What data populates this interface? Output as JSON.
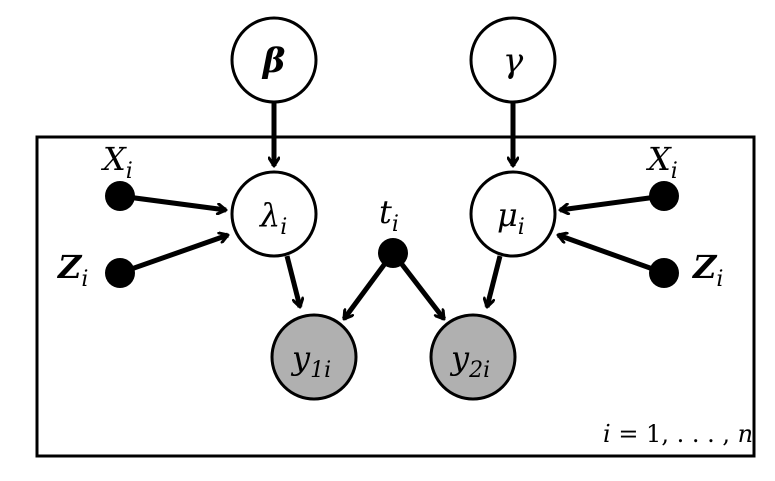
{
  "nodes": {
    "beta": {
      "symbol": "β"
    },
    "gamma": {
      "symbol": "γ"
    },
    "lambda": {
      "symbol": "λ",
      "sub": "i"
    },
    "mu": {
      "symbol": "μ",
      "sub": "i"
    },
    "t": {
      "symbol": "t",
      "sub": "i"
    },
    "y1": {
      "symbol": "y",
      "sub": "1i",
      "observed": true
    },
    "y2": {
      "symbol": "y",
      "sub": "2i",
      "observed": true
    },
    "x_left": {
      "symbol": "X",
      "sub": "i"
    },
    "z_left": {
      "symbol": "Z",
      "sub": "i"
    },
    "x_right": {
      "symbol": "X",
      "sub": "i"
    },
    "z_right": {
      "symbol": "Z",
      "sub": "i"
    }
  },
  "plate": {
    "label_var": "i",
    "label_eq": " = 1, . . . , ",
    "label_end": "n"
  },
  "colors": {
    "observed_fill": "#b0b0b0",
    "latent_fill": "#ffffff",
    "stroke": "#000000",
    "covariate_fill": "#000000"
  }
}
